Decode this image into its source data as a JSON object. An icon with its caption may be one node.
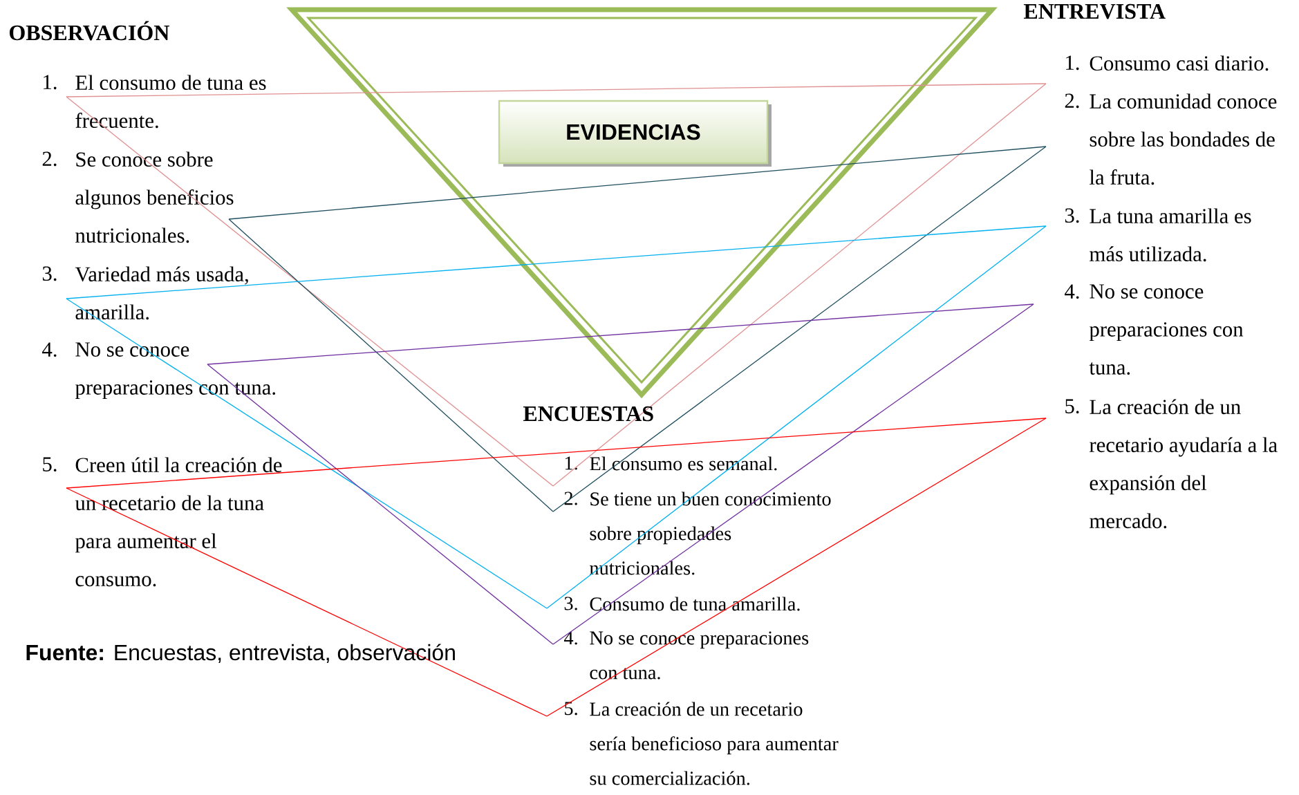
{
  "diagram": {
    "caption": "**Fuente:** Encuestas, entrevista, observación",
    "nodes": [
      {
        "text": [
          "EVIDENCIAS"
        ]
      },
      {
        "text": [
          "El consumo de tuna es frecuente."
        ],
        "beside": [
          "1."
        ]
      },
      {
        "text": [
          "Se conoce sobre algunos beneficios nutricionales."
        ],
        "beside": [
          "2."
        ]
      },
      {
        "text": [
          "Variedad más usada, amarilla."
        ],
        "beside": [
          "3."
        ]
      },
      {
        "text": [
          "No se conoce preparaciones con tuna."
        ],
        "beside": [
          "4."
        ]
      },
      {
        "text": [
          "Creen útil la creación de un recetario de la tuna para aumentar el consumo."
        ],
        "beside": [
          "5."
        ]
      },
      {
        "text": [
          "El consumo es semanal."
        ],
        "beside": [
          "1."
        ]
      },
      {
        "text": [
          "Se tiene un buen conocimiento sobre propiedades nutricionales."
        ],
        "beside": [
          "2."
        ]
      },
      {
        "text": [
          "Consumo de tuna amarilla."
        ],
        "beside": [
          "3."
        ]
      },
      {
        "text": [
          "No se conoce preparaciones con tuna."
        ],
        "beside": [
          "4."
        ]
      },
      {
        "text": [
          "La creación de un recetario sería beneficioso para aumentar su comercialización."
        ],
        "beside": [
          "5."
        ]
      },
      {
        "text": [
          "Consumo casi diario."
        ],
        "beside": [
          "1."
        ]
      },
      {
        "text": [
          "La comunidad conoce sobre las bondades de la fruta."
        ],
        "beside": [
          "2."
        ]
      },
      {
        "text": [
          "La tuna amarilla es más utilizada."
        ],
        "beside": [
          "3."
        ]
      },
      {
        "text": [
          "No se conoce preparaciones con tuna."
        ],
        "beside": [
          "4."
        ]
      },
      {
        "text": [
          "La creación de un recetario ayudaría a la expansión del mercado."
        ],
        "beside": [
          "5."
        ]
      }
    ],
    "edges": [
      {
        "from": 1,
        "to": 11,
        "arrow": "none",
        "color": "#e09090"
      },
      {
        "from": 1,
        "to": 6,
        "arrow": "none",
        "color": "#e09090"
      },
      {
        "from": 6,
        "to": 11,
        "arrow": "none",
        "color": "#e09090"
      },
      {
        "from": 2,
        "to": 12,
        "arrow": "none",
        "color": "#1f4e5f"
      },
      {
        "from": 2,
        "to": 7,
        "arrow": "none",
        "color": "#1f4e5f"
      },
      {
        "from": 7,
        "to": 12,
        "arrow": "none",
        "color": "#1f4e5f"
      },
      {
        "from": 3,
        "to": 13,
        "arrow": "none",
        "color": "#00b0f0"
      },
      {
        "from": 3,
        "to": 8,
        "arrow": "none",
        "color": "#00b0f0"
      },
      {
        "from": 8,
        "to": 13,
        "arrow": "none",
        "color": "#00b0f0"
      },
      {
        "from": 4,
        "to": 14,
        "arrow": "none",
        "color": "#7030a0"
      },
      {
        "from": 4,
        "to": 9,
        "arrow": "none",
        "color": "#7030a0"
      },
      {
        "from": 9,
        "to": 14,
        "arrow": "none",
        "color": "#7030a0"
      },
      {
        "from": 5,
        "to": 15,
        "arrow": "none",
        "color": "#ff0000"
      },
      {
        "from": 5,
        "to": 10,
        "arrow": "none",
        "color": "#ff0000"
      },
      {
        "from": 10,
        "to": 15,
        "arrow": "none",
        "color": "#ff0000"
      }
    ],
    "labels": [
      "OBSERVACIÓN",
      "ENTREVISTA",
      "ENCUESTAS"
    ]
  }
}
